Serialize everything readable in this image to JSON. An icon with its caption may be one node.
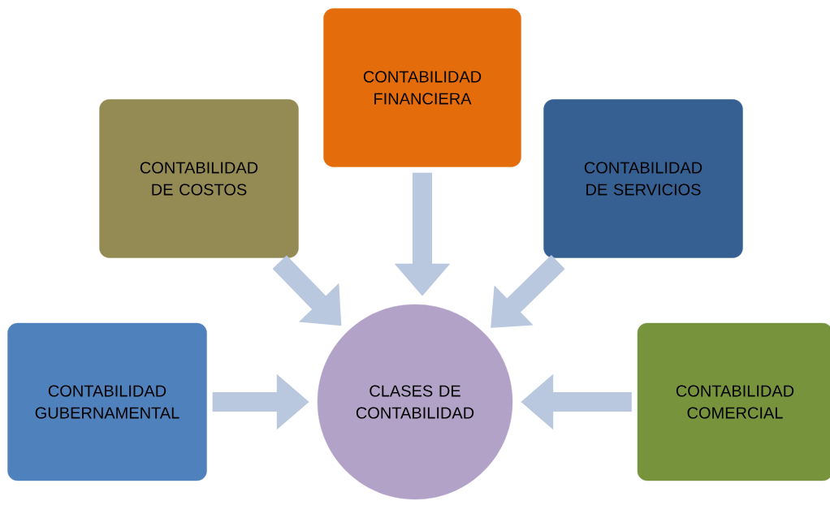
{
  "diagram": {
    "nodes": [
      {
        "text": [
          "CONTABILIDAD FINANCIERA"
        ]
      },
      {
        "text": [
          "CONTABILIDAD DE COSTOS"
        ]
      },
      {
        "text": [
          "CONTABILIDAD DE SERVICIOS"
        ]
      },
      {
        "text": [
          "CONTABILIDAD GUBERNAMENTAL"
        ]
      },
      {
        "text": [
          "CLASES DE CONTABILIDAD"
        ]
      },
      {
        "text": [
          "CONTABILIDAD COMERCIAL"
        ]
      }
    ],
    "edges": [
      {
        "from": 0,
        "to": 4,
        "arrow": "to"
      },
      {
        "from": 1,
        "to": 4,
        "arrow": "to"
      },
      {
        "from": 2,
        "to": 4,
        "arrow": "to"
      },
      {
        "from": 3,
        "to": 4,
        "arrow": "to"
      },
      {
        "from": 5,
        "to": 4,
        "arrow": "to"
      }
    ]
  }
}
